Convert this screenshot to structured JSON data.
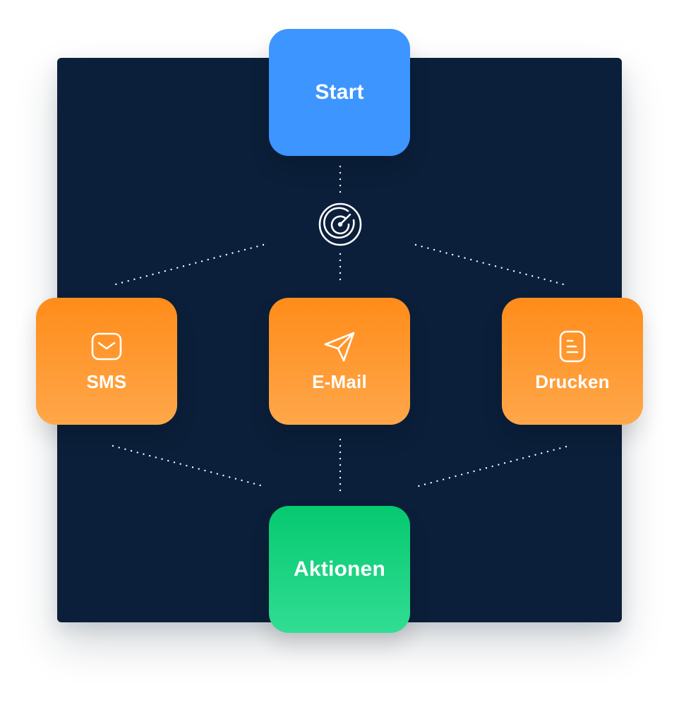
{
  "start": {
    "label": "Start",
    "color": "#3d95ff"
  },
  "channels": [
    {
      "label": "SMS",
      "icon": "message-icon"
    },
    {
      "label": "E-Mail",
      "icon": "send-icon"
    },
    {
      "label": "Drucken",
      "icon": "document-icon"
    }
  ],
  "end": {
    "label": "Aktionen",
    "color": "#05c96f"
  },
  "hub": {
    "icon": "target-icon"
  },
  "colors": {
    "background": "#0b1f3a",
    "channel": "#ff8c1a"
  }
}
